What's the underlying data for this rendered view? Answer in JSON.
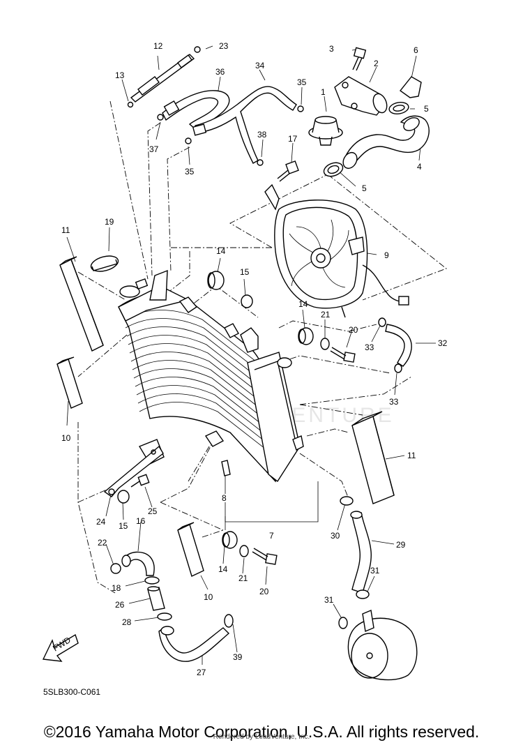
{
  "diagram": {
    "code": "5SLB300-C061",
    "fwd_label": "FWD",
    "watermark": "LEADVENTURE",
    "callouts": [
      "1",
      "2",
      "3",
      "4",
      "5",
      "5",
      "6",
      "7",
      "8",
      "9",
      "10",
      "10",
      "11",
      "11",
      "12",
      "13",
      "14",
      "14",
      "14",
      "15",
      "15",
      "16",
      "17",
      "18",
      "19",
      "20",
      "20",
      "21",
      "21",
      "22",
      "23",
      "24",
      "25",
      "26",
      "27",
      "28",
      "29",
      "30",
      "31",
      "31",
      "32",
      "33",
      "33",
      "34",
      "35",
      "35",
      "36",
      "37",
      "38",
      "39"
    ]
  },
  "footer": {
    "copyright": "©2016 Yamaha Motor Corporation, U.S.A. All rights reserved.",
    "rendered_by": "Rendered by LeadVenture, Inc."
  }
}
